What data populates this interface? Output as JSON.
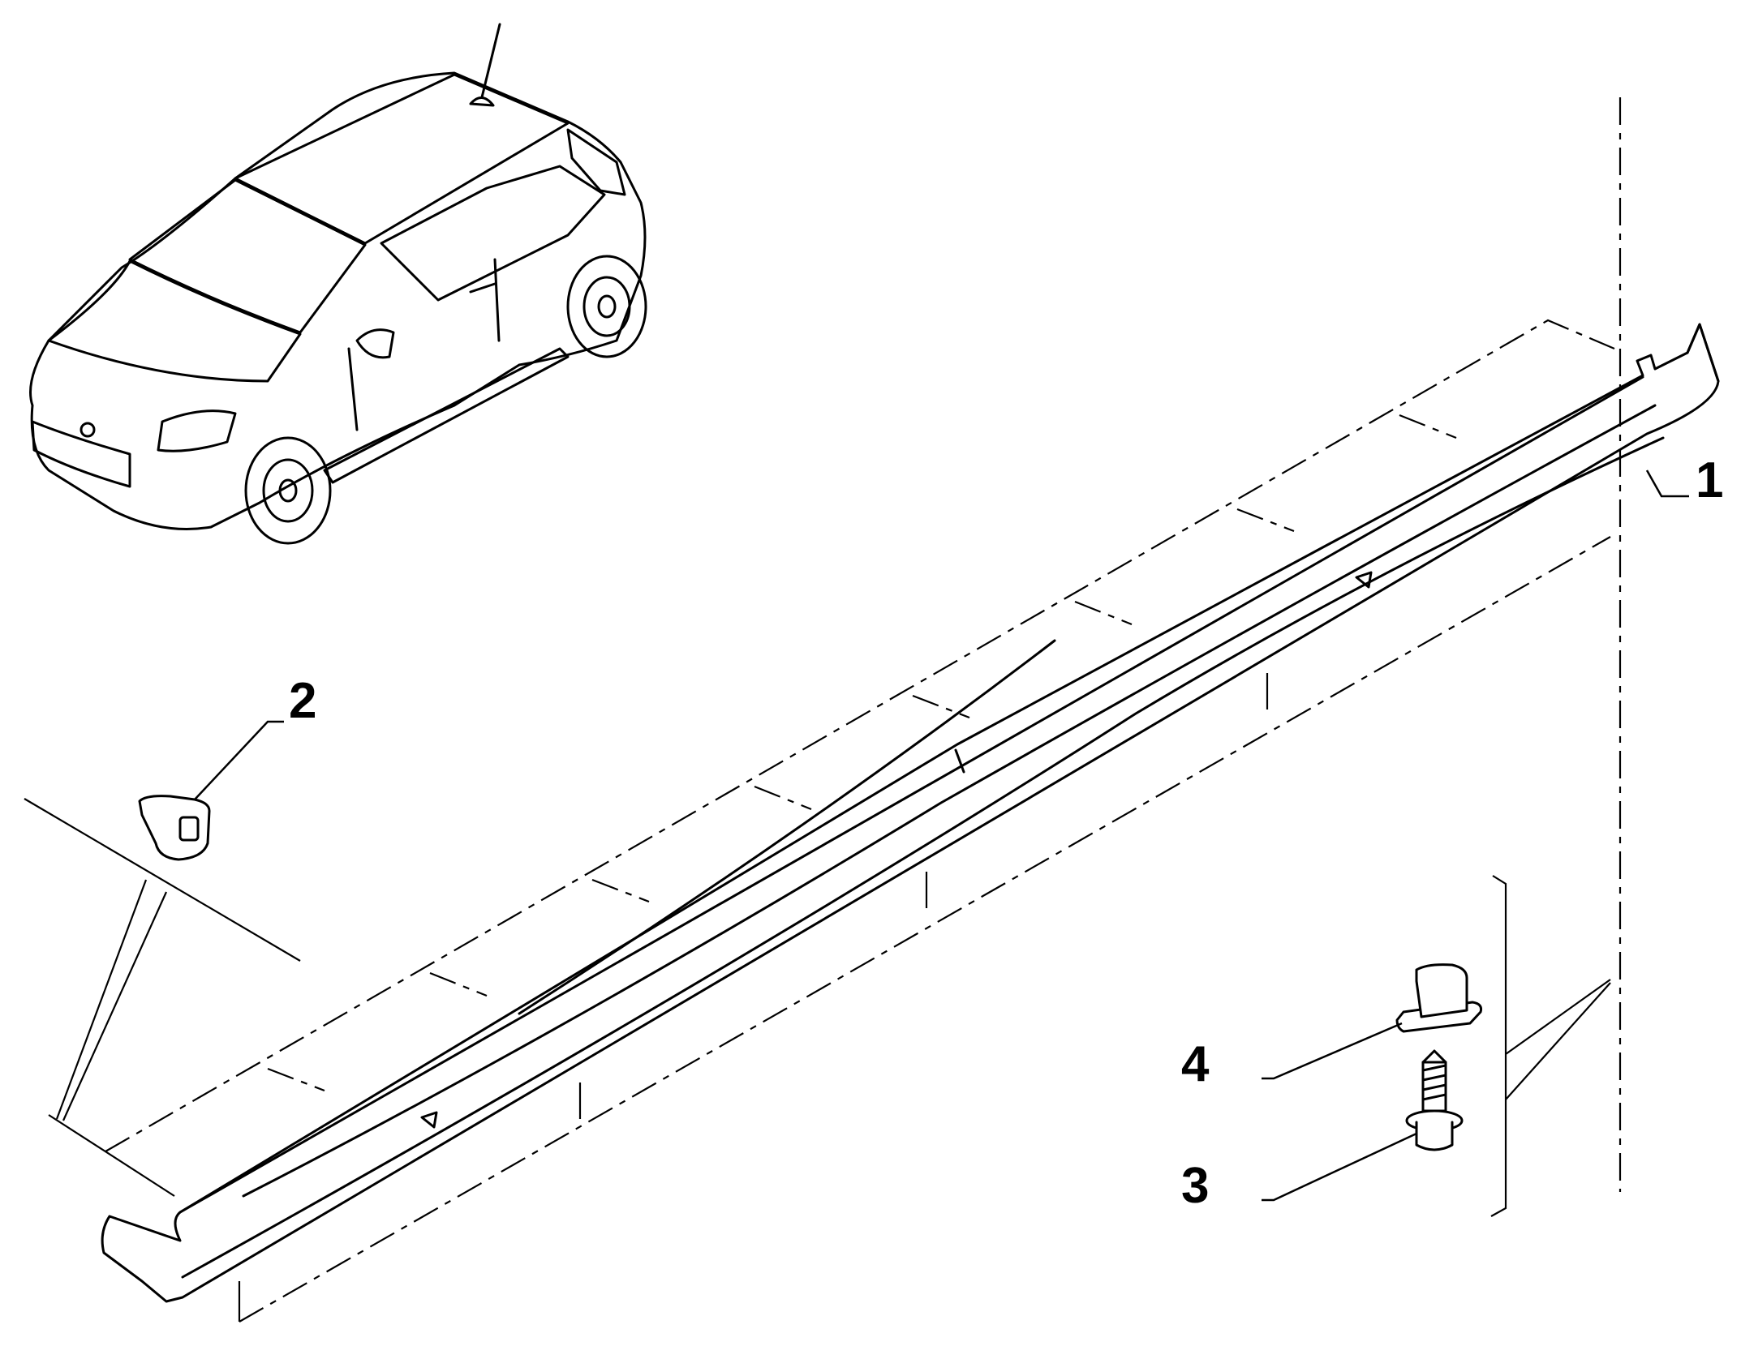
{
  "callouts": [
    {
      "id": "c1",
      "label": "1",
      "part": "side-sill-skirt"
    },
    {
      "id": "c2",
      "label": "2",
      "part": "push-clip"
    },
    {
      "id": "c3",
      "label": "3",
      "part": "screw"
    },
    {
      "id": "c4",
      "label": "4",
      "part": "clip-nut"
    }
  ],
  "colors": {
    "line": "#000000",
    "background": "#ffffff",
    "part_fill": "#ffffff"
  }
}
